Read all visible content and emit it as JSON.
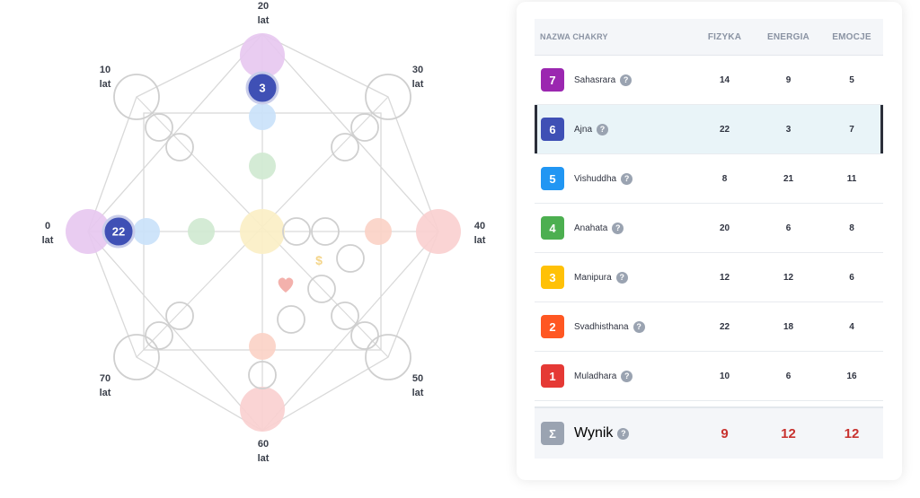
{
  "diagram": {
    "ages": [
      {
        "num": "0",
        "unit": "lat"
      },
      {
        "num": "10",
        "unit": "lat"
      },
      {
        "num": "20",
        "unit": "lat"
      },
      {
        "num": "30",
        "unit": "lat"
      },
      {
        "num": "40",
        "unit": "lat"
      },
      {
        "num": "50",
        "unit": "lat"
      },
      {
        "num": "60",
        "unit": "lat"
      },
      {
        "num": "70",
        "unit": "lat"
      }
    ],
    "markers": {
      "top_value": "3",
      "left_value": "22"
    },
    "dollar_icon": "$",
    "heart_icon": "heart-icon"
  },
  "table": {
    "headers": {
      "name": "NAZWA CHAKRY",
      "physics": "FIZYKA",
      "energy": "ENERGIA",
      "emotions": "EMOCJE"
    },
    "rows": [
      {
        "num": "7",
        "name": "Sahasrara",
        "physics": "14",
        "energy": "9",
        "emotions": "5",
        "color": "#9b27b0",
        "active": false
      },
      {
        "num": "6",
        "name": "Ajna",
        "physics": "22",
        "energy": "3",
        "emotions": "7",
        "color": "#3f50b5",
        "active": true
      },
      {
        "num": "5",
        "name": "Vishuddha",
        "physics": "8",
        "energy": "21",
        "emotions": "11",
        "color": "#2196f3",
        "active": false
      },
      {
        "num": "4",
        "name": "Anahata",
        "physics": "20",
        "energy": "6",
        "emotions": "8",
        "color": "#4caf50",
        "active": false
      },
      {
        "num": "3",
        "name": "Manipura",
        "physics": "12",
        "energy": "12",
        "emotions": "6",
        "color": "#ffc107",
        "active": false
      },
      {
        "num": "2",
        "name": "Svadhisthana",
        "physics": "22",
        "energy": "18",
        "emotions": "4",
        "color": "#ff5722",
        "active": false
      },
      {
        "num": "1",
        "name": "Muladhara",
        "physics": "10",
        "energy": "6",
        "emotions": "16",
        "color": "#e53935",
        "active": false
      }
    ],
    "sum": {
      "symbol": "Σ",
      "name": "Wynik",
      "physics": "9",
      "energy": "12",
      "emotions": "12",
      "color": "#9aa3b1"
    },
    "help_icon": "?"
  }
}
